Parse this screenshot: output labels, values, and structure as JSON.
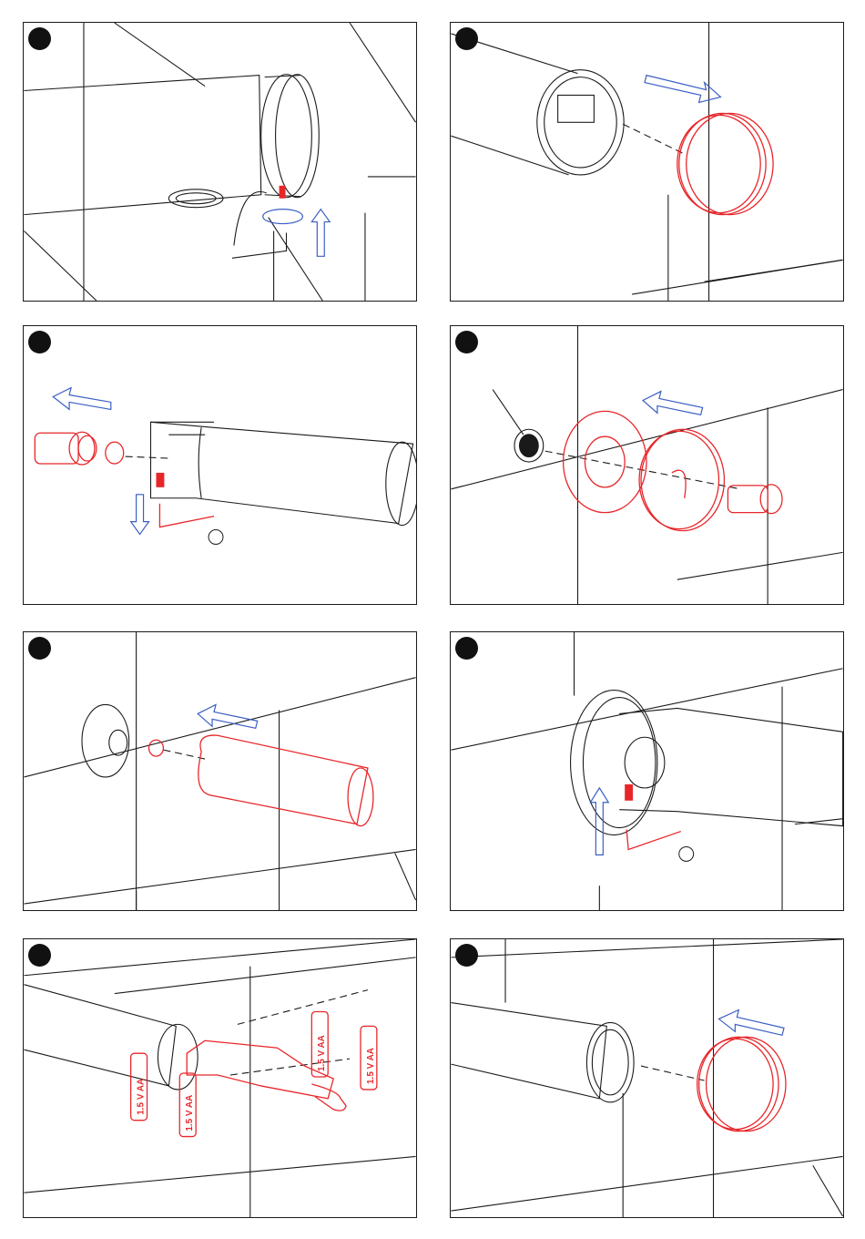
{
  "colors": {
    "line": "#1a1a1a",
    "highlight": "#e8262a",
    "arrow": "#3b5fc4",
    "dot": "#111111"
  },
  "panels": [
    {
      "step_icon": "dot",
      "arrows": [
        "up",
        "rotate"
      ]
    },
    {
      "step_icon": "dot",
      "arrows": [
        "right"
      ]
    },
    {
      "step_icon": "dot",
      "arrows": [
        "left",
        "down"
      ]
    },
    {
      "step_icon": "dot",
      "arrows": [
        "left"
      ]
    },
    {
      "step_icon": "dot",
      "arrows": [
        "left"
      ]
    },
    {
      "step_icon": "dot",
      "arrows": [
        "up"
      ]
    },
    {
      "step_icon": "dot",
      "arrows": []
    },
    {
      "step_icon": "dot",
      "arrows": [
        "left"
      ]
    }
  ],
  "battery_label": "1.5 V AA"
}
